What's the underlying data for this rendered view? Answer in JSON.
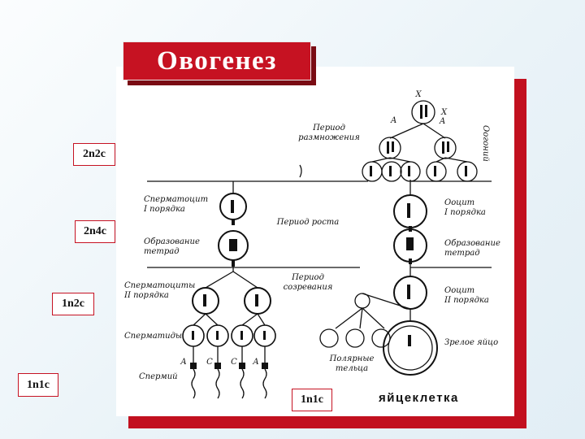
{
  "slide": {
    "title": "Овогенез",
    "formulas": [
      "2n2c",
      "2n4c",
      "1n2c",
      "1n1c",
      "1n1c"
    ],
    "egg_label": "яйцеклетка",
    "accent_color": "#c61222"
  },
  "diagram": {
    "left_labels": [
      [
        "Сперматоцит",
        "I порядка"
      ],
      [
        "Образование",
        "тетрад"
      ],
      [
        "Сперматоциты",
        "II порядка"
      ],
      [
        "Сперматиды"
      ],
      [
        "Спермий"
      ]
    ],
    "center_labels": [
      [
        "Период",
        "размножения"
      ],
      [
        "Период роста"
      ],
      [
        "Период",
        "созревания"
      ],
      [
        "Полярные",
        "тельца"
      ]
    ],
    "right_labels": [
      [
        "Ооцит",
        "I порядка"
      ],
      [
        "Образование",
        "тетрад"
      ],
      [
        "Ооцит",
        "II порядка"
      ],
      [
        "Зрелое яйцо"
      ]
    ],
    "vertical_label": "Оогоний",
    "chromosome_marks": [
      "X",
      "X",
      "A",
      "A"
    ],
    "sperm_marks": [
      "A",
      "C",
      "C",
      "A"
    ]
  }
}
